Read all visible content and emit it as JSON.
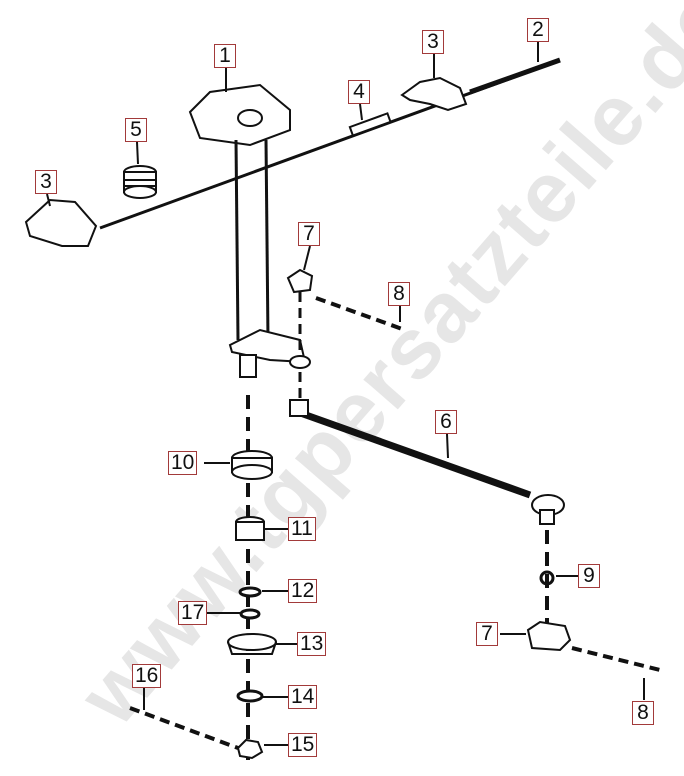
{
  "watermark": "www.tgpersatzteile.de",
  "colors": {
    "label_border": "#a23a3a",
    "watermark": "#e6e6e6",
    "line": "#111111"
  },
  "labels": [
    "1",
    "2",
    "3",
    "4",
    "5",
    "3",
    "7",
    "8",
    "6",
    "10",
    "11",
    "12",
    "9",
    "17",
    "13",
    "7",
    "16",
    "14",
    "8",
    "15"
  ]
}
